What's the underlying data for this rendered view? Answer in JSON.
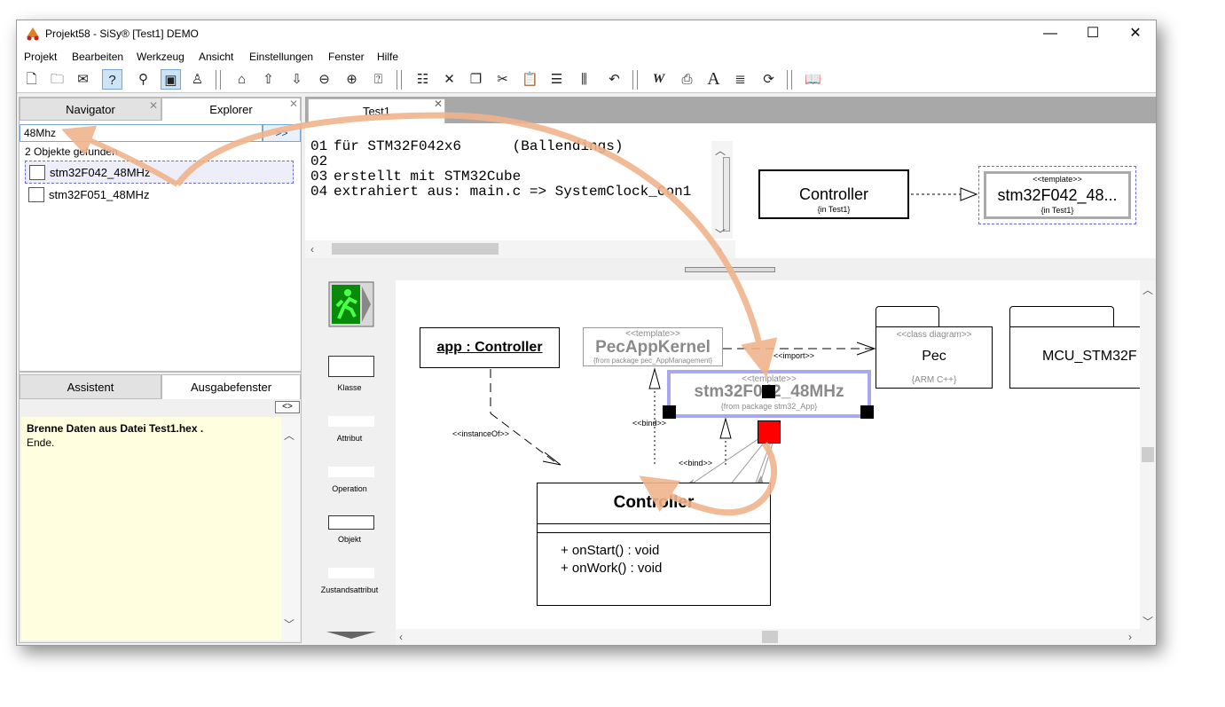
{
  "window": {
    "title": "Projekt58 - SiSy® [Test1] DEMO",
    "controls": {
      "minimize": "—",
      "maximize": "☐",
      "close": "✕"
    }
  },
  "menu": [
    "Projekt",
    "Bearbeiten",
    "Werkzeug",
    "Ansicht",
    "Einstellungen",
    "Fenster",
    "Hilfe"
  ],
  "left_panel": {
    "tabs": [
      "Navigator",
      "Explorer"
    ],
    "search_value": "48Mhz",
    "search_button": ">>",
    "result_count": "2 Objekte gefunden",
    "results": [
      "stm32F042_48MHz",
      "stm32F051_48MHz"
    ]
  },
  "output_panel": {
    "tabs": [
      "Assistent",
      "Ausgabefenster"
    ],
    "toggle": "<>",
    "lines": [
      "Brenne Daten aus Datei Test1.hex .",
      "Ende."
    ]
  },
  "editor": {
    "tab": "Test1",
    "lines": [
      {
        "num": "01",
        "text": "für STM32F042x6      (Ballendings)"
      },
      {
        "num": "02",
        "text": ""
      },
      {
        "num": "03",
        "text": "erstellt mit STM32Cube"
      },
      {
        "num": "04",
        "text": "extrahiert aus: main.c => SystemClock_Con1"
      }
    ]
  },
  "mini_diagram": {
    "controller_label": "Controller",
    "controller_sub": "{in Test1}",
    "template_stereo": "<<template>>",
    "template_label": "stm32F042_48...",
    "template_sub": "{in Test1}"
  },
  "palette": [
    "Klasse",
    "Attribut",
    "Operation",
    "Objekt",
    "Zustandsattribut"
  ],
  "diagram": {
    "app_object": "app : Controller",
    "instance_of": "<<instanceOf>>",
    "pec_stereo": "<<template>>",
    "pec_name": "PecAppKernel",
    "pec_from": "{from package pec_AppManagement}",
    "import_label": "<<import>>",
    "class_diagram_stereo": "<<class diagram>>",
    "pec_pkg": "Pec",
    "pec_pkg_sub": "{ARM C++}",
    "mcu_pkg": "MCU_STM32F",
    "selected_stereo": "<<template>>",
    "selected_name": "stm32F042_48MHz",
    "selected_from": "{from package stm32_App}",
    "bind1": "<<bind>>",
    "bind2": "<<bind>>",
    "controller_class": "Controller",
    "operations": [
      "+ onStart() : void",
      "+ onWork() : void"
    ]
  },
  "colors": {
    "accent_arrow": "#f0b48c",
    "selection": "#9898e8",
    "output_bg": "#ffffe0",
    "handle_red": "#ff0000"
  }
}
